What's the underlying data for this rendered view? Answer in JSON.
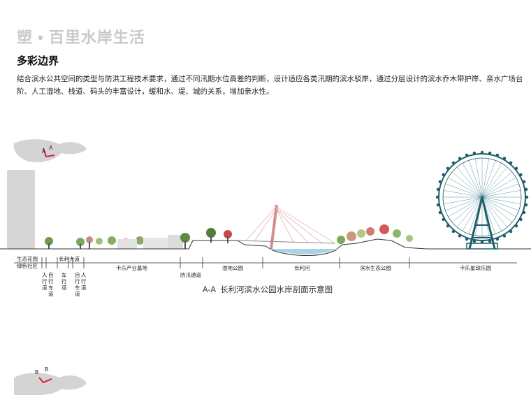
{
  "header": {
    "page_title": "塑 • 百里水岸生活",
    "section_heading": "多彩边界",
    "description": "结合滨水公共空间的类型与防洪工程技术要求，通过不同汛期水位高差的判断，设计适应各类汛期的滨水驳岸，通过分层设计的滨水乔木带护岸、亲水广场台阶、人工湿地、栈道、码头的丰富设计，缓和水、堤、城的关系，增加亲水性。"
  },
  "key_map_top": {
    "label_left": "A",
    "label_right": "A"
  },
  "key_map_bottom": {
    "label_left": "B",
    "label_right": "B"
  },
  "zones": {
    "eco_garden": "生态花园绿色社区",
    "pedestrian_lane": "人行道",
    "bike_lane_1": "自行车道",
    "car_lane": "车行道",
    "changli_avenue": "长利大道",
    "bike_lane_2": "自行车道",
    "pedestrian_lane_2": "人行道",
    "kale_industrial": "卡乐产业基地",
    "flood_road": "防汛通道",
    "wetland_park": "湿地公园",
    "changli_river": "长利河",
    "riverside_eco_park": "滨水生态公园",
    "kale_star_park": "卡乐星球乐园"
  },
  "caption": {
    "section_id": "A-A",
    "title": "长利河滨水公园水岸剖面示意图"
  },
  "colors": {
    "title_gray": "#c9c9c9",
    "water": "#a9d3e6",
    "ferris_wheel": "#1f5f6a",
    "marker_red": "#d0213a",
    "map_gray": "#d4d4d4"
  }
}
